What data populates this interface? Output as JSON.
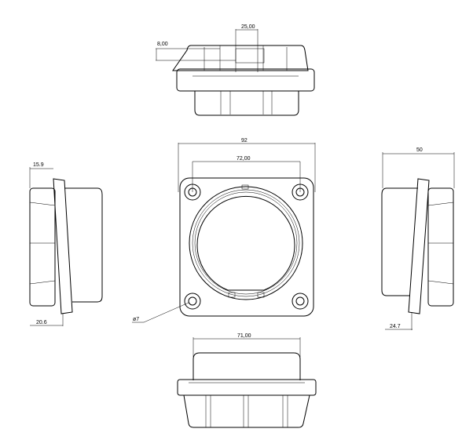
{
  "dimensions": {
    "top_offset": "8,00",
    "top_width": "25,00",
    "front_overall": "92",
    "front_holes": "72,00",
    "hole_diameter": "ø7",
    "left_top": "15.9",
    "left_bottom": "20.6",
    "right_top": "50",
    "right_bottom": "24.7",
    "bottom_width": "71,00"
  }
}
